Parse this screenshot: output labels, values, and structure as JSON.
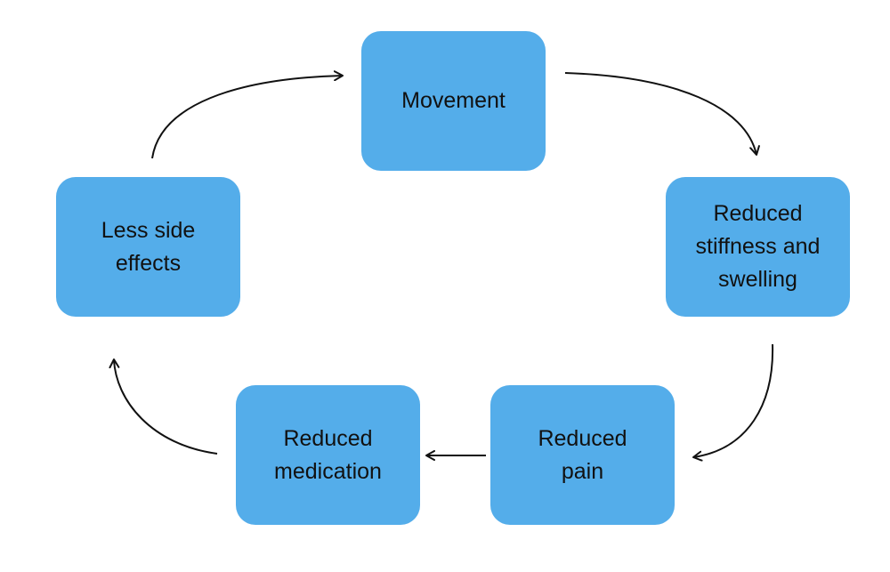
{
  "diagram": {
    "nodes": [
      {
        "id": "movement",
        "label": "Movement"
      },
      {
        "id": "stiffness",
        "label": "Reduced\nstiffness and\nswelling"
      },
      {
        "id": "pain",
        "label": "Reduced\npain"
      },
      {
        "id": "medication",
        "label": "Reduced\nmedication"
      },
      {
        "id": "side-effects",
        "label": "Less side\neffects"
      }
    ],
    "edges": [
      {
        "from": "movement",
        "to": "stiffness"
      },
      {
        "from": "stiffness",
        "to": "pain"
      },
      {
        "from": "pain",
        "to": "medication"
      },
      {
        "from": "medication",
        "to": "side-effects"
      },
      {
        "from": "side-effects",
        "to": "movement"
      }
    ],
    "colors": {
      "node_fill": "#54adea",
      "arrow": "#111111",
      "text": "#111111"
    }
  }
}
